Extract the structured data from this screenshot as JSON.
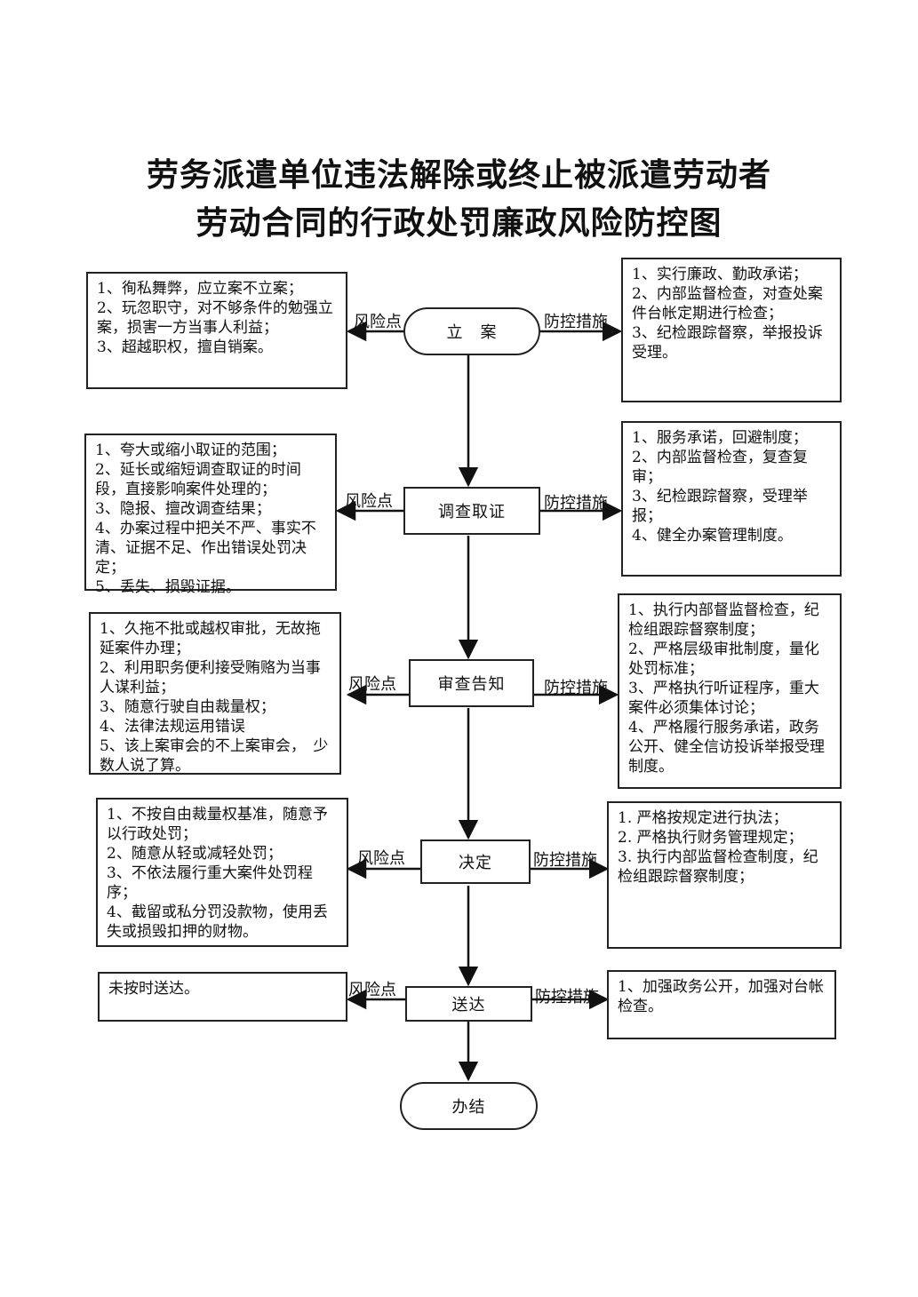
{
  "title": {
    "line1": "劳务派遣单位违法解除或终止被派遣劳动者",
    "line2": "劳动合同的行政处罚廉政风险防控图"
  },
  "labels": {
    "risk": "风险点",
    "control": "防控措施"
  },
  "steps": [
    {
      "name": "立　案",
      "risks": [
        "1、徇私舞弊，应立案不立案；",
        "2、玩忽职守，对不够条件的勉强立案，损害一方当事人利益；",
        "3、超越职权，擅自销案。"
      ],
      "controls": [
        "1、实行廉政、勤政承诺；",
        "2、内部监督检查，对查处案件台帐定期进行检查；",
        "3、纪检跟踪督察，举报投诉受理。"
      ]
    },
    {
      "name": "调查取证",
      "risks": [
        "1、夸大或缩小取证的范围；",
        "2、延长或缩短调查取证的时间段，直接影响案件处理的；",
        "3、隐报、擅改调查结果；",
        "4、办案过程中把关不严、事实不清、证据不足、作出错误处罚决定；",
        "5、丢失、损毁证据。"
      ],
      "controls": [
        "1、服务承诺，回避制度；",
        "2、内部监督检查，复查复审；",
        "3、纪检跟踪督察，受理举报；",
        "4、健全办案管理制度。"
      ]
    },
    {
      "name": "审查告知",
      "risks": [
        "1、久拖不批或越权审批，无故拖延案件办理；",
        "2、利用职务便利接受贿赂为当事人谋利益；",
        "3、随意行驶自由裁量权；",
        "4、法律法规运用错误",
        "5、该上案审会的不上案审会，　少数人说了算。"
      ],
      "controls": [
        "1、执行内部督监督检查，纪检组跟踪督察制度；",
        "2、严格层级审批制度，量化处罚标准；",
        "3、严格执行听证程序，重大案件必须集体讨论；",
        "4、严格履行服务承诺，政务公开、健全信访投诉举报受理制度。"
      ]
    },
    {
      "name": "决定",
      "risks": [
        "1、不按自由裁量权基准，随意予以行政处罚；",
        "2、随意从轻或减轻处罚；",
        "3、不依法履行重大案件处罚程序；",
        "4、截留或私分罚没款物，使用丢失或损毁扣押的财物。"
      ],
      "controls": [
        "1. 严格按规定进行执法；",
        "2. 严格执行财务管理规定；",
        "3. 执行内部监督检查制度，纪检组跟踪督察制度；"
      ]
    },
    {
      "name": "送达",
      "risks": [
        "未按时送达。"
      ],
      "controls": [
        "1、加强政务公开，加强对台帐检查。"
      ]
    }
  ],
  "end": "办结"
}
